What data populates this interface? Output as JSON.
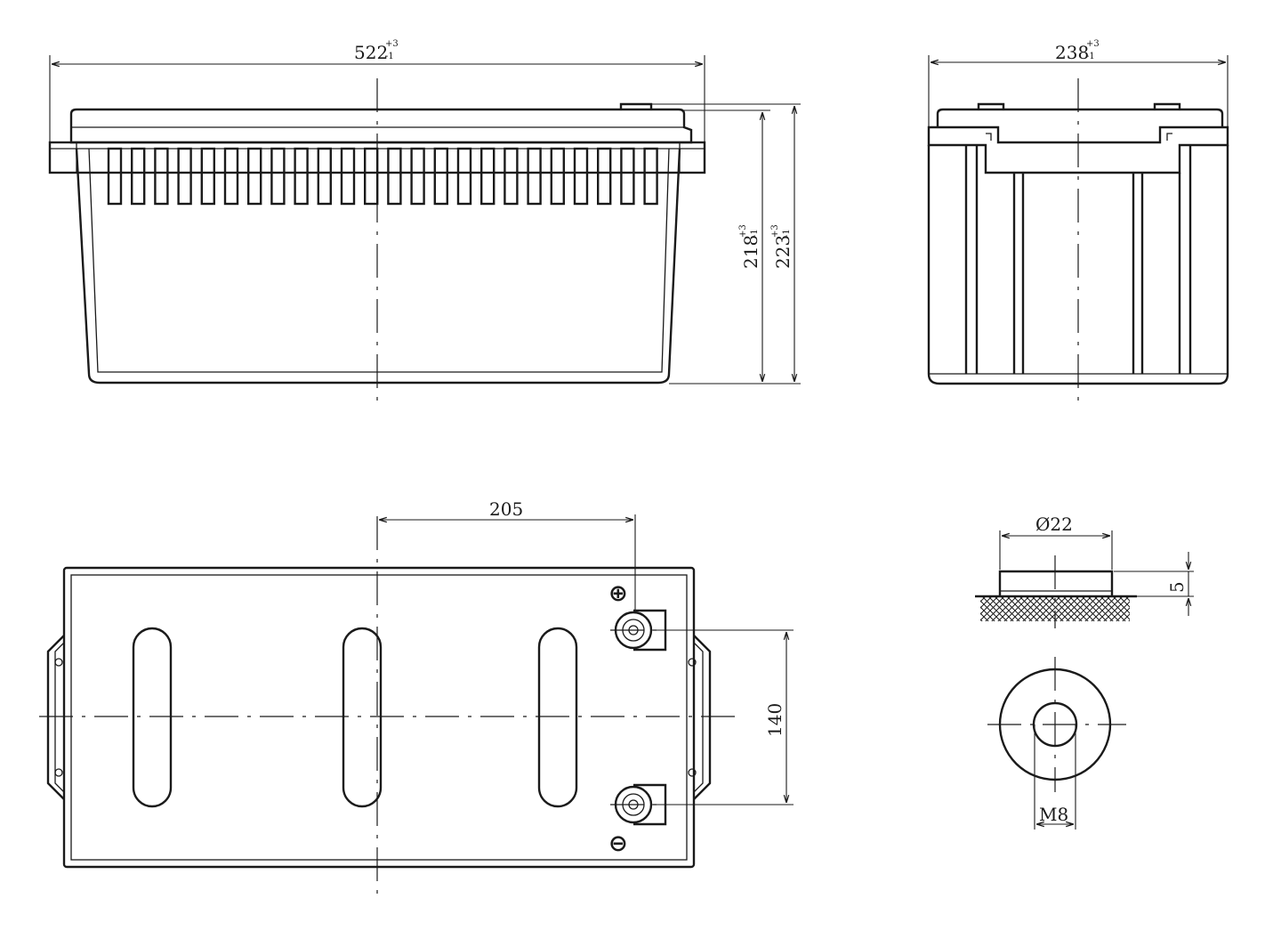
{
  "dimensions": {
    "front_length": {
      "value": "522",
      "tol_upper": "+3",
      "tol_lower": "-1"
    },
    "side_width": {
      "value": "238",
      "tol_upper": "+3",
      "tol_lower": "-1"
    },
    "height_body": {
      "value": "218",
      "tol_upper": "+3",
      "tol_lower": "-1"
    },
    "height_total": {
      "value": "223",
      "tol_upper": "+3",
      "tol_lower": "-1"
    },
    "terminal_spacing": "205",
    "terminal_pitch": "140",
    "terminal_diameter": "Ø22",
    "terminal_height": "5",
    "bolt_thread": "M8"
  },
  "symbols": {
    "positive": "⊕",
    "negative": "⊖"
  },
  "colors": {
    "line": "#1a1a1a",
    "background": "#ffffff"
  }
}
